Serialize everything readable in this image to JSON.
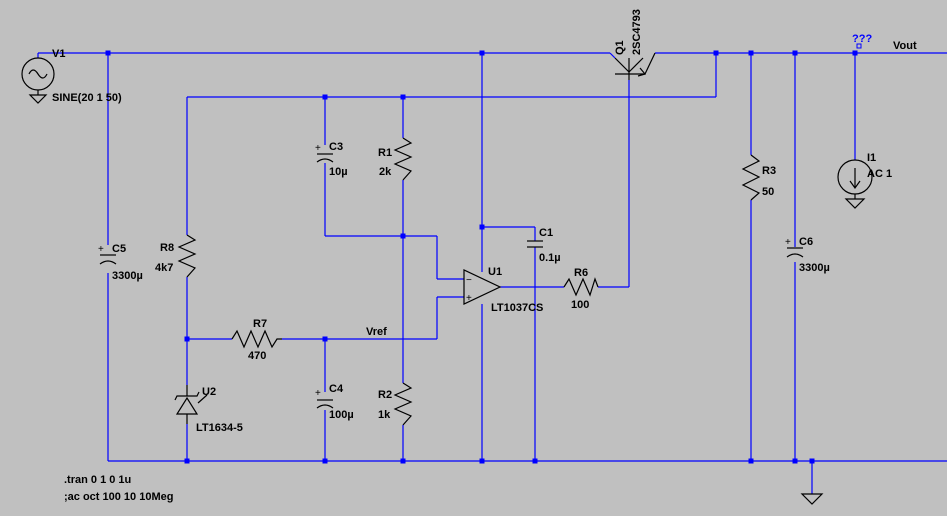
{
  "components": {
    "v1": {
      "ref": "V1",
      "value": "SINE(20 1 50)"
    },
    "q1": {
      "ref": "Q1",
      "value": "2SC4793"
    },
    "c3": {
      "ref": "C3",
      "value": "10µ"
    },
    "r1": {
      "ref": "R1",
      "value": "2k"
    },
    "c1": {
      "ref": "C1",
      "value": "0.1µ"
    },
    "u1": {
      "ref": "U1",
      "value": "LT1037CS"
    },
    "r6": {
      "ref": "R6",
      "value": "100"
    },
    "r3": {
      "ref": "R3",
      "value": "50"
    },
    "i1": {
      "ref": "I1",
      "value": "AC 1"
    },
    "c5": {
      "ref": "C5",
      "value": "3300µ"
    },
    "r8": {
      "ref": "R8",
      "value": "4k7"
    },
    "c6": {
      "ref": "C6",
      "value": "3300µ"
    },
    "r7": {
      "ref": "R7",
      "value": "470"
    },
    "u2": {
      "ref": "U2",
      "value": "LT1634-5"
    },
    "c4": {
      "ref": "C4",
      "value": "100µ"
    },
    "r2": {
      "ref": "R2",
      "value": "1k"
    }
  },
  "nets": {
    "vout": "Vout",
    "vref": "Vref",
    "unknown": "???"
  },
  "directives": {
    "tran": ".tran 0 1 0 1u",
    "ac": ";ac oct 100 10 10Meg"
  },
  "colors": {
    "background": "#c0c0c0",
    "wire": "#0000ff",
    "symbol": "#000000"
  }
}
